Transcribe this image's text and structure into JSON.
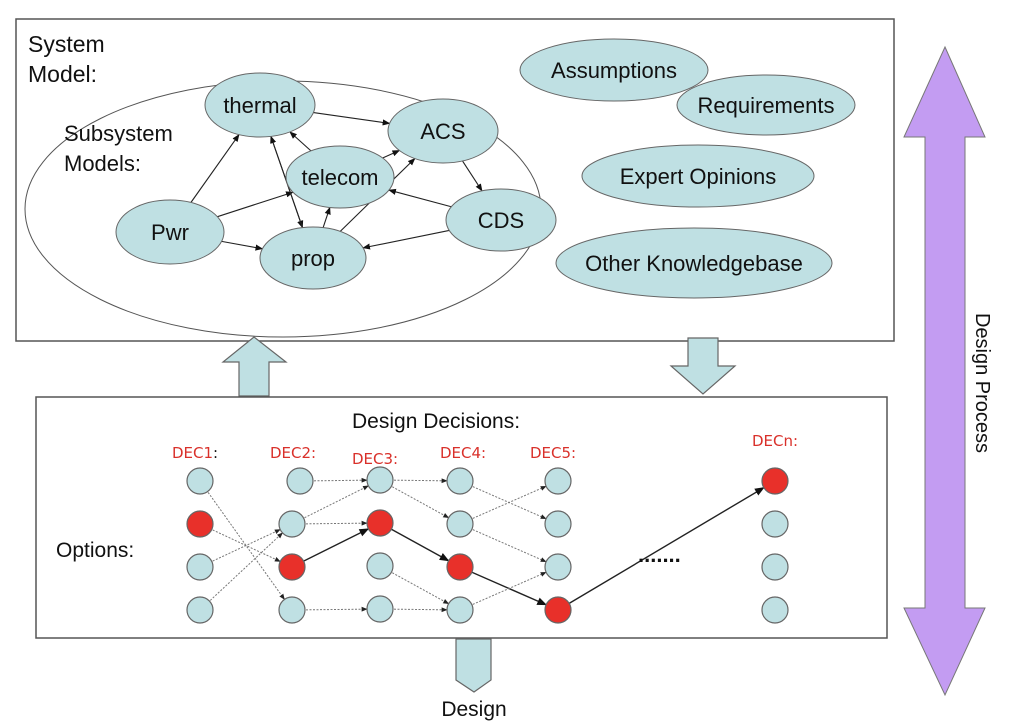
{
  "colors": {
    "node_fill": "#bfe0e3",
    "selected_fill": "#e8302a",
    "process_arrow": "#c39cf2",
    "label_red": "#d9302a"
  },
  "system_model": {
    "title_line1": "System",
    "title_line2": "Model:",
    "subsystem_label_line1": "Subsystem",
    "subsystem_label_line2": "Models:",
    "subsystems": [
      {
        "id": "thermal",
        "label": "thermal"
      },
      {
        "id": "acs",
        "label": "ACS"
      },
      {
        "id": "telecom",
        "label": "telecom"
      },
      {
        "id": "pwr",
        "label": "Pwr"
      },
      {
        "id": "cds",
        "label": "CDS"
      },
      {
        "id": "prop",
        "label": "prop"
      }
    ],
    "links": [
      {
        "from": "pwr",
        "to": "thermal"
      },
      {
        "from": "pwr",
        "to": "telecom"
      },
      {
        "from": "pwr",
        "to": "prop"
      },
      {
        "from": "thermal",
        "to": "prop"
      },
      {
        "from": "prop",
        "to": "thermal"
      },
      {
        "from": "telecom",
        "to": "thermal"
      },
      {
        "from": "thermal",
        "to": "acs"
      },
      {
        "from": "telecom",
        "to": "acs"
      },
      {
        "from": "prop",
        "to": "telecom"
      },
      {
        "from": "prop",
        "to": "acs"
      },
      {
        "from": "acs",
        "to": "cds"
      },
      {
        "from": "cds",
        "to": "telecom"
      },
      {
        "from": "cds",
        "to": "prop"
      }
    ],
    "knowledge_sources": [
      "Assumptions",
      "Requirements",
      "Expert Opinions",
      "Other Knowledgebase"
    ]
  },
  "design_decisions": {
    "title": "Design Decisions:",
    "options_label": "Options:",
    "columns": [
      {
        "label": "DEC1",
        "selected": 1
      },
      {
        "label": "DEC2",
        "selected": 2
      },
      {
        "label": "DEC3",
        "selected": 1
      },
      {
        "label": "DEC4",
        "selected": 2
      },
      {
        "label": "DEC5",
        "selected": 3
      },
      {
        "label": "DECn",
        "selected": 0
      }
    ],
    "options_per_decision": 4,
    "ellipsis": "......."
  },
  "output_label": "Design",
  "process_label": "Design Process"
}
